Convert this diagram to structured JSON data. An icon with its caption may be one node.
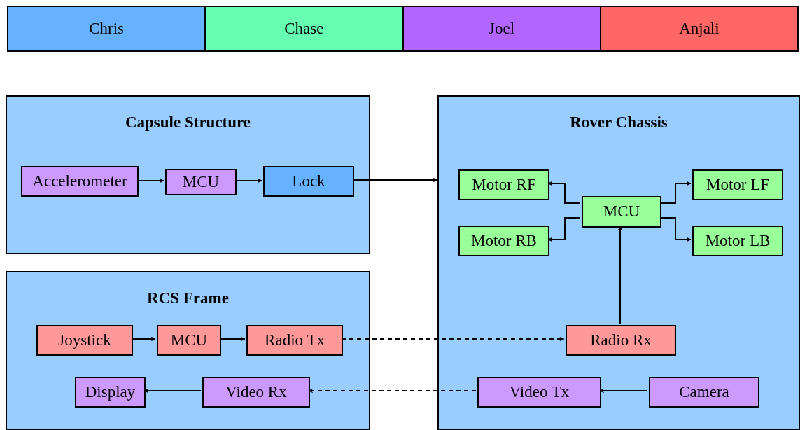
{
  "diagram": {
    "nodes": [
      {
        "text": [
          "Capsule Structure"
        ]
      },
      {
        "text": [
          "Accelerometer"
        ],
        "in": 0
      },
      {
        "text": [
          "MCU"
        ],
        "in": 0
      },
      {
        "text": [
          "Lock"
        ],
        "in": 0
      },
      {
        "text": [
          "Rover Chassis"
        ]
      },
      {
        "text": [
          "Motor RF"
        ],
        "in": 4
      },
      {
        "text": [
          "Motor LF"
        ],
        "in": 4
      },
      {
        "text": [
          "MCU"
        ],
        "in": 4
      },
      {
        "text": [
          "Motor RB"
        ],
        "in": 4
      },
      {
        "text": [
          "Motor LB"
        ],
        "in": 4
      },
      {
        "text": [
          "RCS Frame"
        ]
      },
      {
        "text": [
          "Joystick"
        ],
        "in": 10
      },
      {
        "text": [
          "MCU"
        ],
        "in": 10
      },
      {
        "text": [
          "Radio Tx"
        ],
        "in": 10
      },
      {
        "text": [
          "Radio Rx"
        ],
        "in": 4
      },
      {
        "text": [
          "Display"
        ],
        "in": 10
      },
      {
        "text": [
          "Video Rx"
        ],
        "in": 10
      },
      {
        "text": [
          "Video Tx"
        ],
        "in": 4
      },
      {
        "text": [
          "Camera"
        ],
        "in": 4
      }
    ],
    "edges": [
      {
        "from": 1,
        "to": 2,
        "arrow": "to"
      },
      {
        "from": 2,
        "to": 3,
        "arrow": "to"
      },
      {
        "from": 3,
        "to": 4,
        "arrow": "to"
      },
      {
        "from": 7,
        "to": 5,
        "arrow": "to"
      },
      {
        "from": 7,
        "to": 6,
        "arrow": "to"
      },
      {
        "from": 7,
        "to": 8,
        "arrow": "to"
      },
      {
        "from": 7,
        "to": 9,
        "arrow": "to"
      },
      {
        "from": 14,
        "to": 7,
        "arrow": "to"
      },
      {
        "from": 11,
        "to": 12,
        "arrow": "to"
      },
      {
        "from": 12,
        "to": 13,
        "arrow": "to"
      },
      {
        "from": 13,
        "to": 14,
        "arrow": "to",
        "style": "dashed"
      },
      {
        "from": 16,
        "to": 15,
        "arrow": "to"
      },
      {
        "from": 17,
        "to": 16,
        "arrow": "to",
        "style": "dashed"
      },
      {
        "from": 18,
        "to": 17,
        "arrow": "to"
      }
    ],
    "legend": [
      {
        "text": "Chris",
        "color": "#66b2ff"
      },
      {
        "text": "Chase",
        "color": "#66ffb2"
      },
      {
        "text": "Joel",
        "color": "#b266ff"
      },
      {
        "text": "Anjali",
        "color": "#ff6666"
      }
    ]
  }
}
